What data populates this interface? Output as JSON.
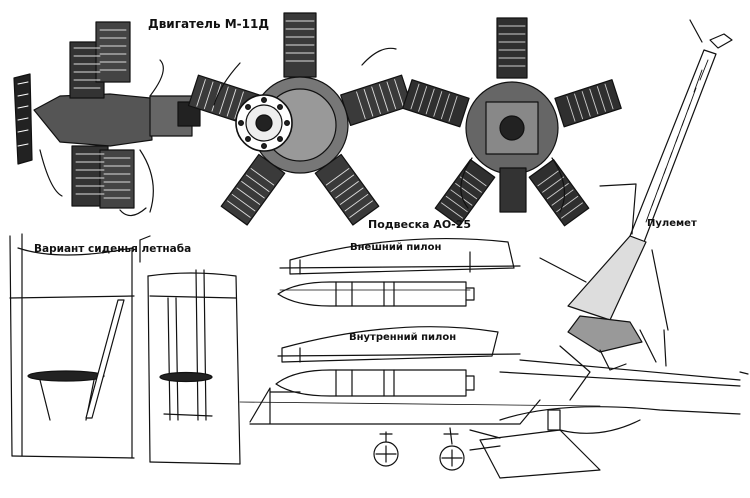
{
  "labels": {
    "engine_title": "Двигатель М-11Д",
    "seat_title": "Вариант сиденья летнаба",
    "suspension_title": "Подвеска АО-25",
    "outer_pylon": "Внешний пилон",
    "inner_pylon": "Внутренний пилон",
    "machine_gun": "Пулемет"
  },
  "colors": {
    "ink": "#111111",
    "paper": "#ffffff"
  },
  "engine_views": [
    "engine-side-view",
    "engine-front-view",
    "engine-rear-view"
  ]
}
